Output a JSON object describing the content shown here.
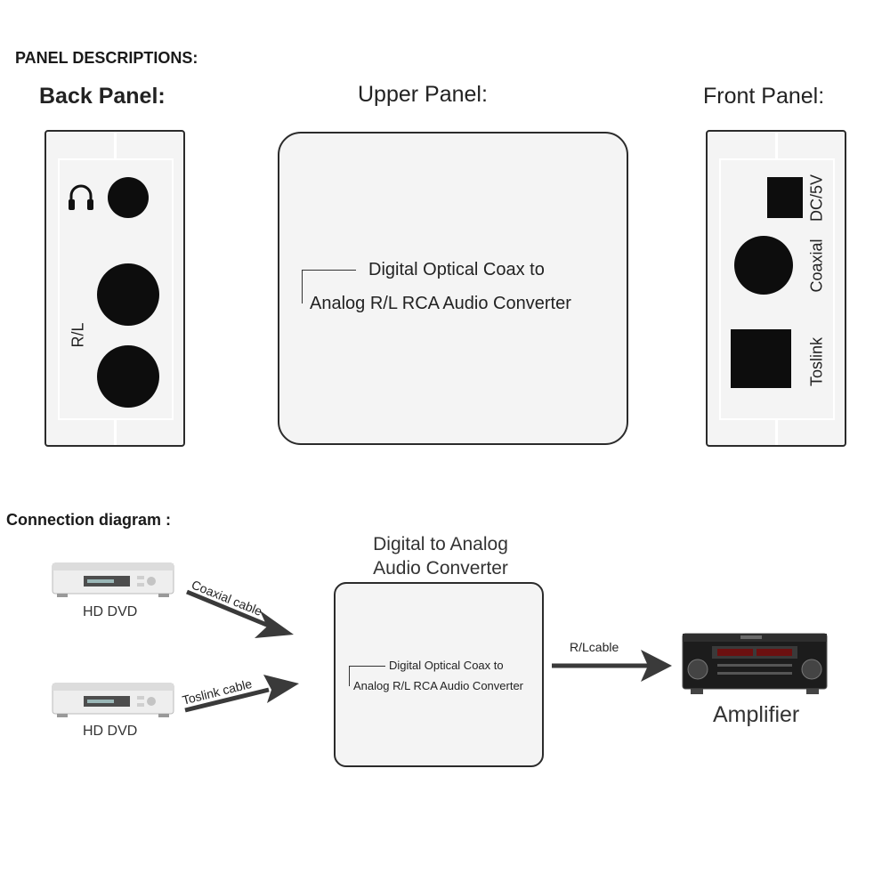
{
  "headings": {
    "panel_descriptions": "PANEL DESCRIPTIONS:",
    "connection_diagram": "Connection diagram :"
  },
  "back_panel": {
    "title": "Back Panel:",
    "rl_label": "R/L",
    "headphone_icon": "headphone-icon"
  },
  "upper_panel": {
    "title": "Upper Panel:",
    "line1": "Digital Optical Coax to",
    "line2": "Analog R/L RCA Audio Converter"
  },
  "front_panel": {
    "title": "Front Panel:",
    "dc_label": "DC/5V",
    "coaxial_label": "Coaxial",
    "toslink_label": "Toslink"
  },
  "connection": {
    "converter_title_line1": "Digital to Analog",
    "converter_title_line2": "Audio Converter",
    "converter_line1": "Digital Optical Coax to",
    "converter_line2": "Analog R/L RCA Audio Converter",
    "dvd_label_top": "HD DVD",
    "dvd_label_bottom": "HD DVD",
    "coaxial_cable": "Coaxial cable",
    "toslink_cable": "Toslink cable",
    "rl_cable": "R/Lcable",
    "amplifier_label": "Amplifier"
  },
  "colors": {
    "panel_fill": "#f4f4f4",
    "outline": "#2b2b2b",
    "jack": "#0d0d0d",
    "arrow": "#3a3a3a"
  }
}
